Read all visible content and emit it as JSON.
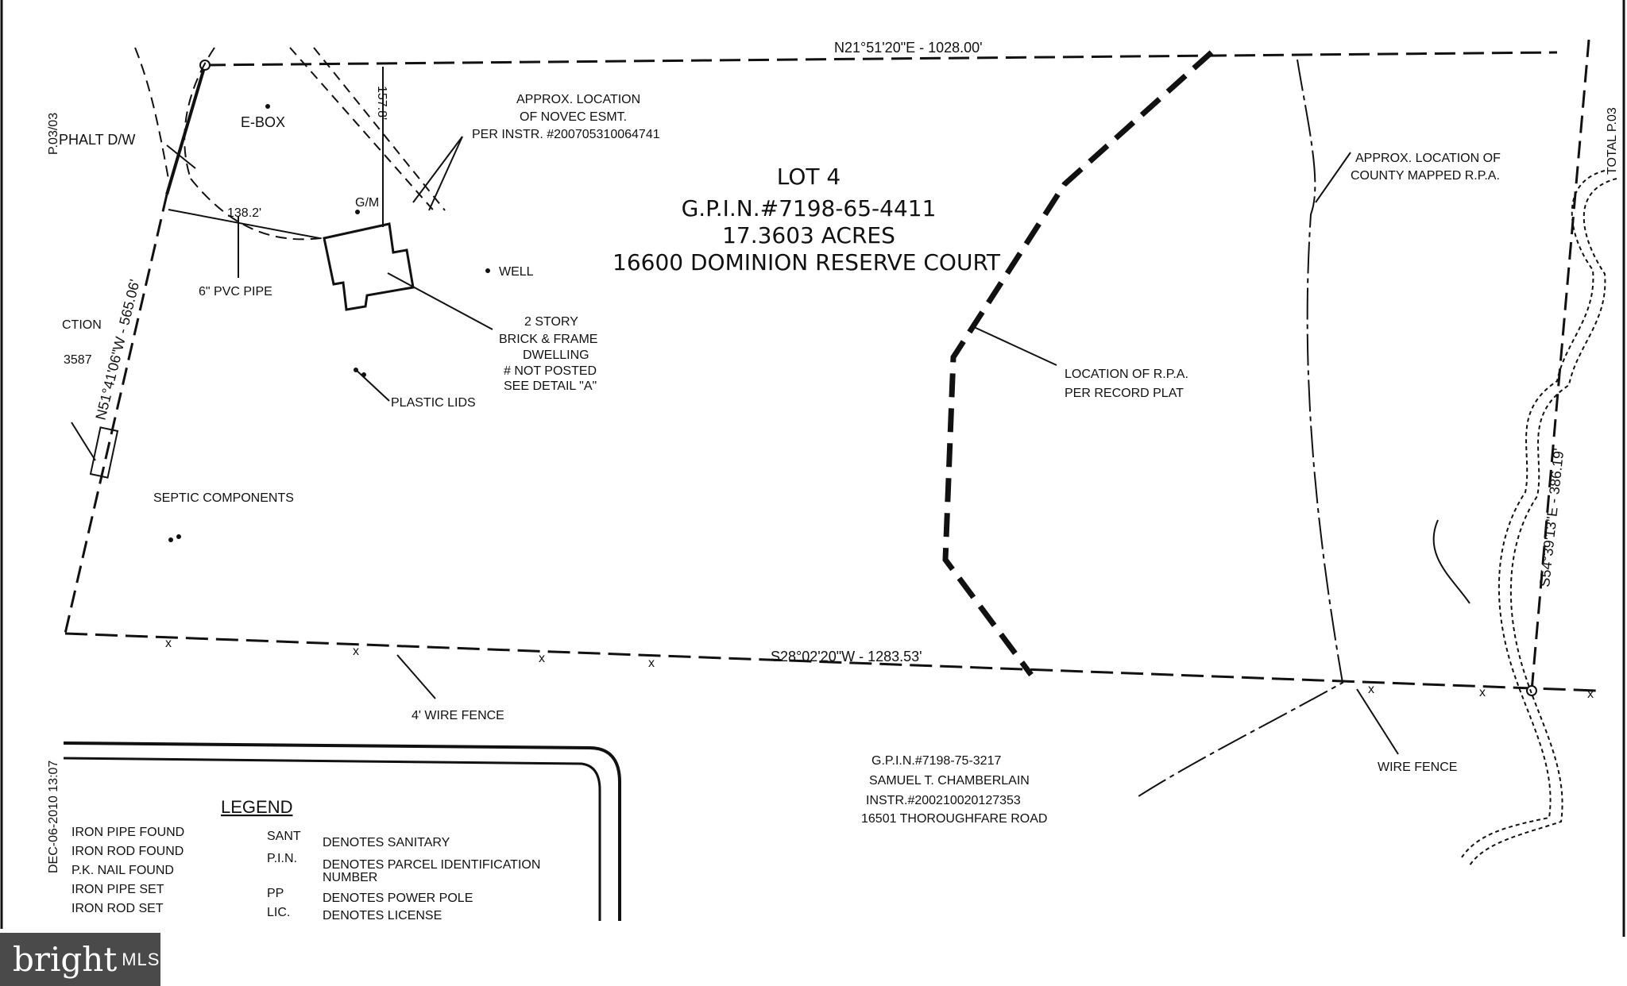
{
  "lot": {
    "title": "LOT 4",
    "gpin": "G.P.I.N.#7198-65-4411",
    "acres": "17.3603 ACRES",
    "address": "16600 DOMINION RESERVE COURT"
  },
  "bearings": {
    "north_partial": "N21°51'20\"E - 1028.00'",
    "south": "S28°02'20\"W - 1283.53'",
    "west": "N51°41'06\"W - 565.06'",
    "east": "S54°39'13\"E - 386.19'"
  },
  "dimensions": {
    "d157": "157.8'",
    "d138": "138.2'"
  },
  "labels": {
    "asphalt": "PHALT D/W",
    "ebox": "E-BOX",
    "novec1": "APPROX. LOCATION",
    "novec2": "OF NOVEC ESMT.",
    "novec3": "PER INSTR. #200705310064741",
    "gm": "G/M",
    "well": "WELL",
    "pvc": "6\" PVC PIPE",
    "dwelling1": "2 STORY",
    "dwelling2": "BRICK & FRAME",
    "dwelling3": "DWELLING",
    "dwelling4": "# NOT POSTED",
    "dwelling5": "SEE DETAIL \"A\"",
    "plastic": "PLASTIC LIDS",
    "septic": "SEPTIC COMPONENTS",
    "ction": "CTION",
    "n3587": "3587",
    "rpa1": "LOCATION OF R.P.A.",
    "rpa2": "PER RECORD PLAT",
    "county1": "APPROX. LOCATION OF",
    "county2": "COUNTY MAPPED R.P.A.",
    "fence4": "4' WIRE FENCE",
    "fence": "WIRE FENCE",
    "side_left": "P.03/03",
    "side_right": "TOTAL P.03",
    "date_stamp": "DEC-06-2010  13:07"
  },
  "neighbor": {
    "gpin": "G.P.I.N.#7198-75-3217",
    "owner": "SAMUEL T. CHAMBERLAIN",
    "instr": "INSTR.#200210020127353",
    "address": "16501 THOROUGHFARE ROAD"
  },
  "legend": {
    "title": "LEGEND",
    "left": [
      "IRON PIPE FOUND",
      "IRON ROD FOUND",
      "P.K. NAIL FOUND",
      "IRON PIPE SET",
      "IRON ROD SET"
    ],
    "codes": [
      "SANT",
      "P.I.N.",
      "PP",
      "LIC."
    ],
    "defs": [
      "DENOTES SANITARY",
      "DENOTES PARCEL IDENTIFICATION",
      "NUMBER",
      "DENOTES POWER POLE",
      "DENOTES LICENSE"
    ]
  },
  "brand": {
    "name": "bright",
    "suffix": "MLS"
  }
}
